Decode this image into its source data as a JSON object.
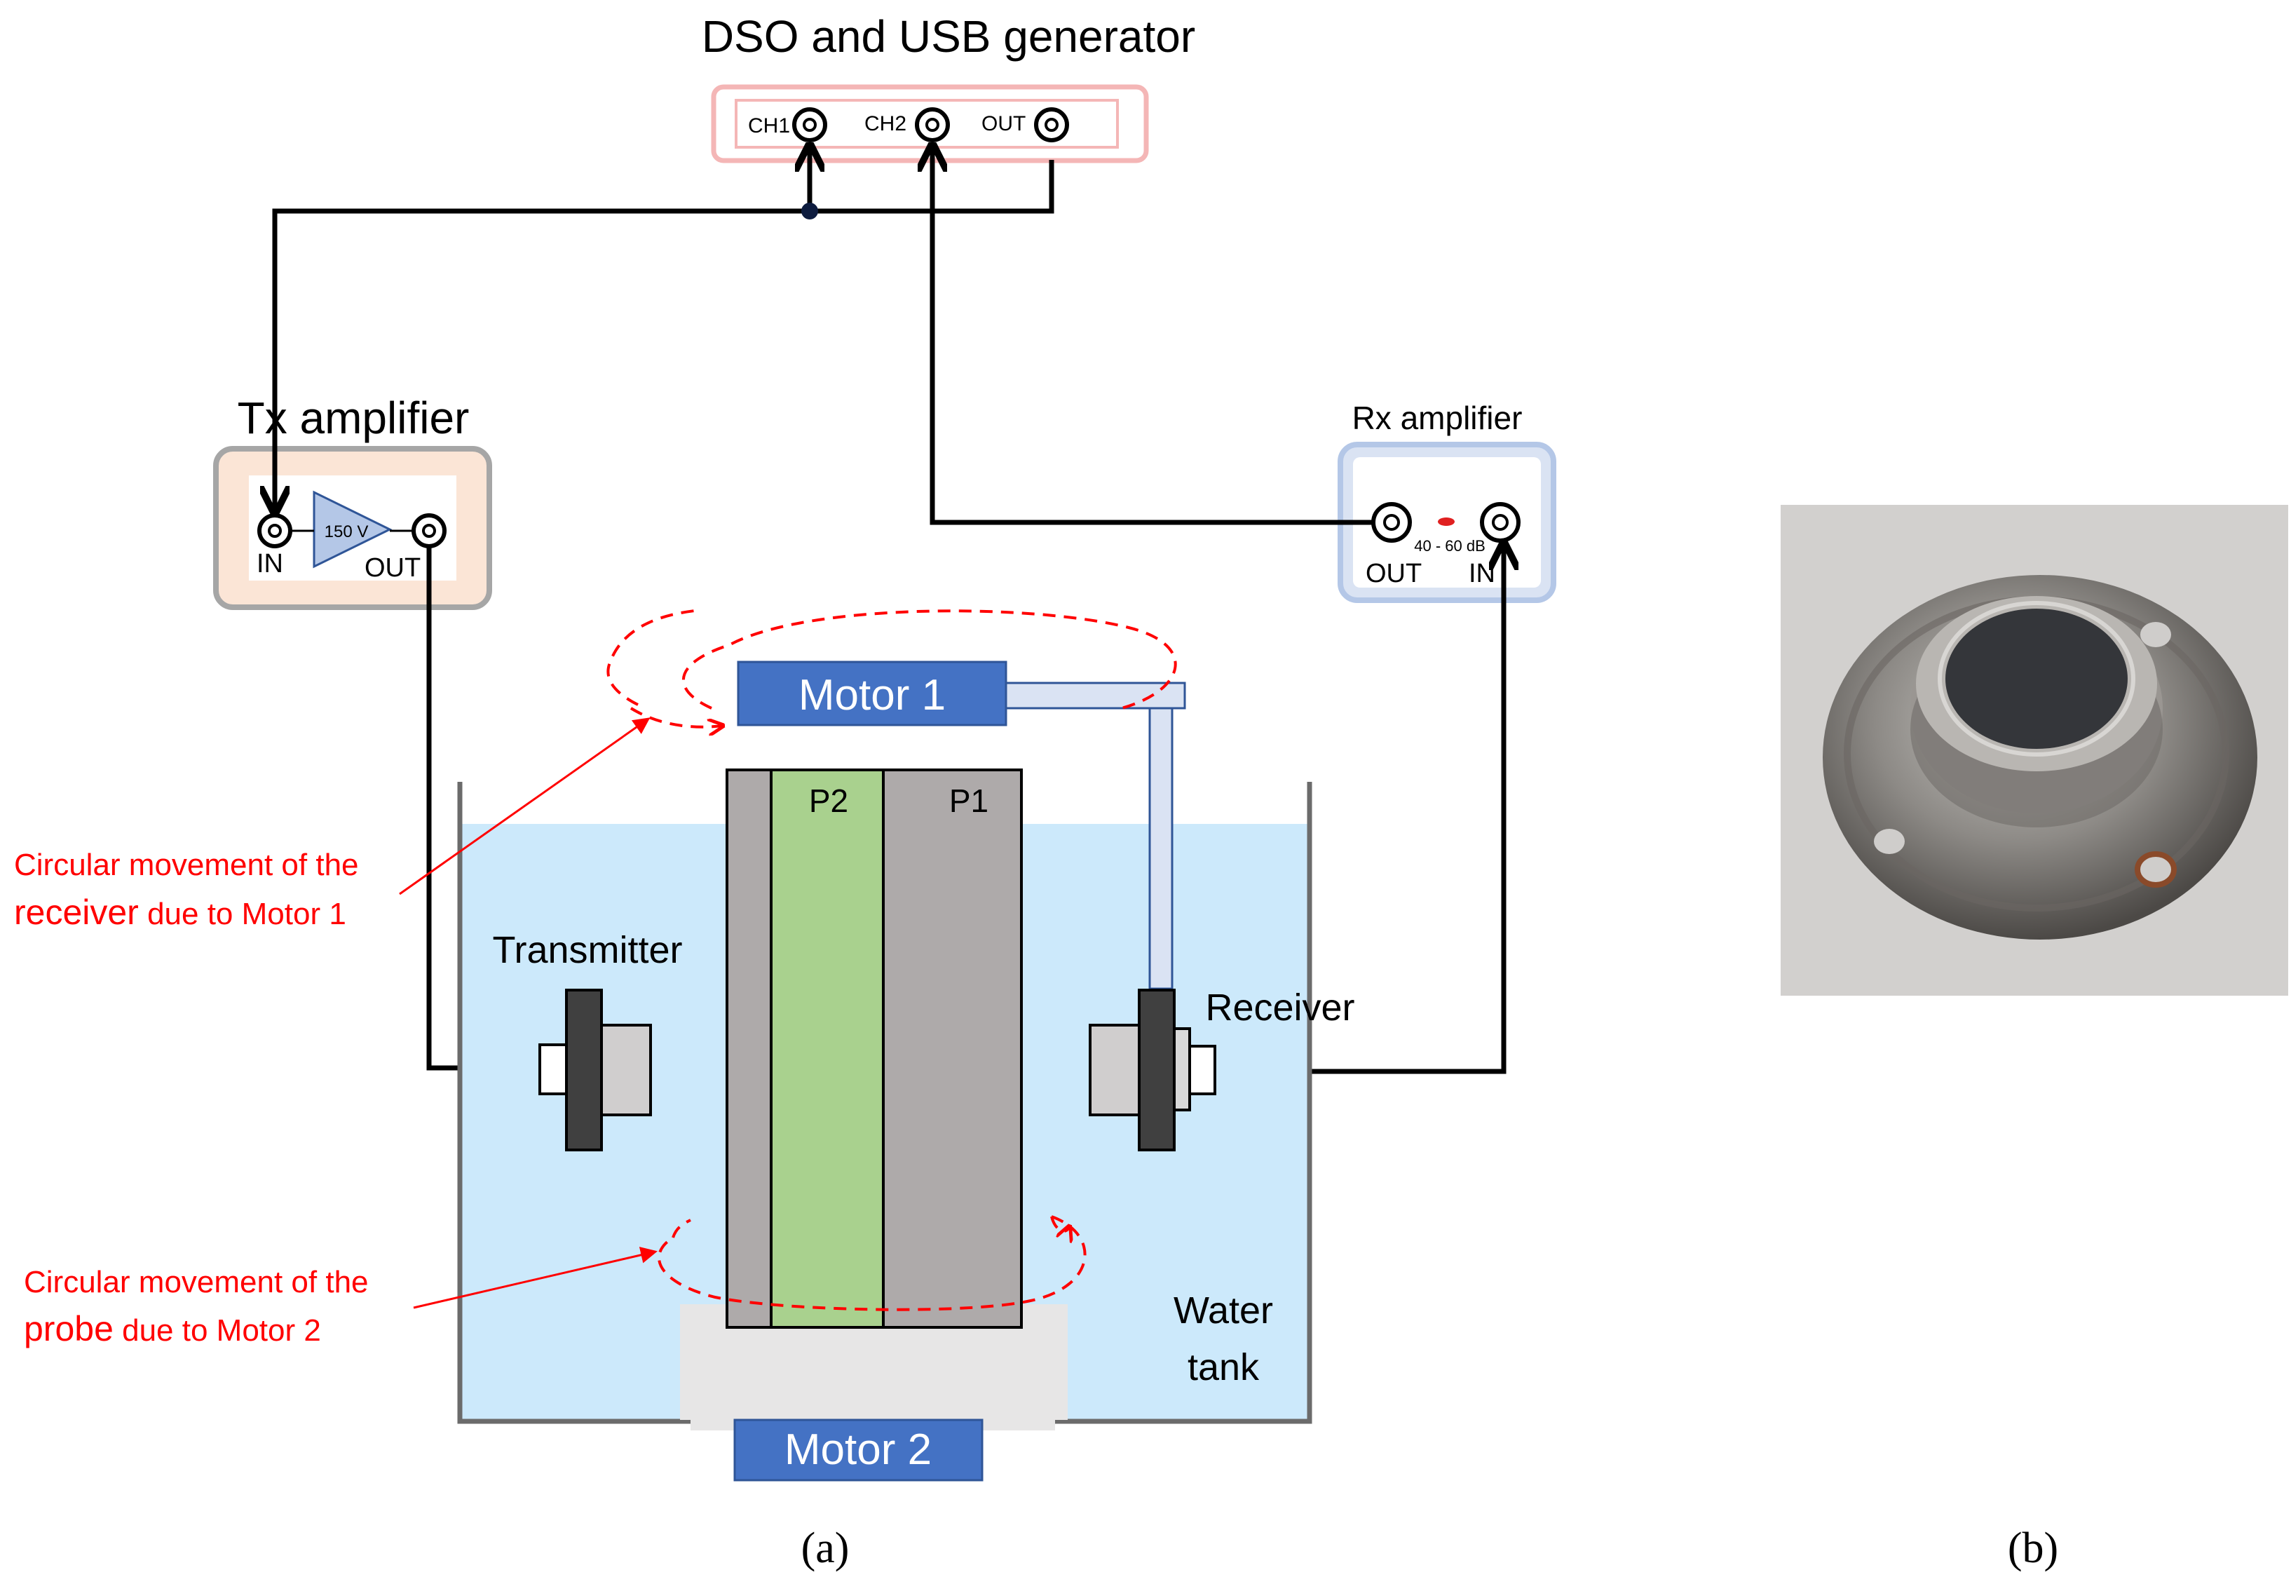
{
  "title": "DSO and USB generator",
  "dso": {
    "ch1": "CH1",
    "ch2": "CH2",
    "out": "OUT"
  },
  "tx_amplifier": {
    "title": "Tx amplifier",
    "in": "IN",
    "out": "OUT",
    "gain": "150 V"
  },
  "rx_amplifier": {
    "title": "Rx amplifier",
    "out": "OUT",
    "in": "IN",
    "gain": "40 - 60 dB"
  },
  "motor1": "Motor 1",
  "motor2": "Motor 2",
  "p1": "P1",
  "p2": "P2",
  "transmitter": "Transmitter",
  "receiver": "Receiver",
  "water_tank": {
    "line1": "Water",
    "line2": "tank"
  },
  "annotation_receiver": {
    "line1": "Circular movement of the",
    "word": "receiver",
    "rest": " due to Motor 1"
  },
  "annotation_probe": {
    "line1": "Circular movement of the",
    "word": "probe",
    "rest": " due to Motor 2"
  },
  "label_a": "(a)",
  "label_b": "(b)",
  "colors": {
    "water": "#cce9fb",
    "tank_outline": "#6b6b6b",
    "motor": "#4472c4",
    "p2": "#a9d18e",
    "probe_gray": "#aeaaaa",
    "annotation_red": "#ff0000",
    "dso_border": "#f4b6b6",
    "tx_border": "#a6a6a6",
    "tx_fill": "#fbe5d6",
    "rx_border": "#b4c7e7",
    "amp_triangle": "#b4c7e7",
    "wire": "#000000"
  }
}
